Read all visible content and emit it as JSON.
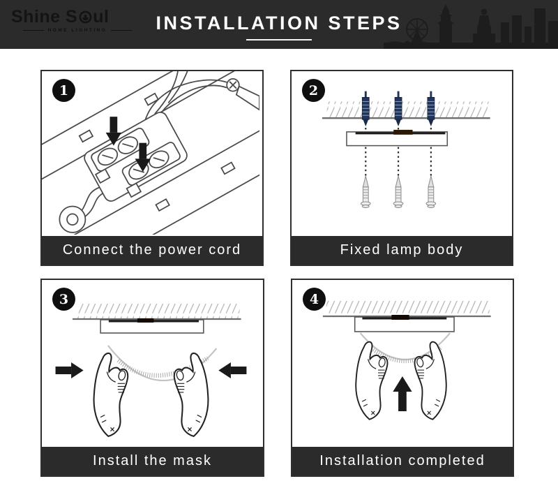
{
  "header": {
    "brand": {
      "name": "Shine Soul",
      "part1": "Shine S",
      "part2": "ul",
      "tagline": "HOME LIGHTING"
    },
    "title": "INSTALLATION STEPS"
  },
  "steps": [
    {
      "number": "1",
      "caption": "Connect the power cord",
      "illustration": "led-plate-terminal-block-wiring"
    },
    {
      "number": "2",
      "caption": "Fixed lamp body",
      "illustration": "ceiling-anchors-base-screws"
    },
    {
      "number": "3",
      "caption": "Install the mask",
      "illustration": "hands-pushing-mask-inward"
    },
    {
      "number": "4",
      "caption": "Installation completed",
      "illustration": "hands-holding-finished-lamp"
    }
  ],
  "colors": {
    "header_bg": "#2b2b2b",
    "caption_bg": "#2b2b2b",
    "panel_border": "#2f2f2f",
    "page_bg": "#ffffff",
    "title_text": "#ffffff",
    "caption_text": "#ffffff",
    "logo_text": "#141414",
    "skyline_silhouette": "#1d1d1d",
    "line_art": "#4a4a4a",
    "arrow_black": "#1a1a1a",
    "anchor_blue": "#22355c",
    "base_notch_brown": "#2a1704"
  }
}
